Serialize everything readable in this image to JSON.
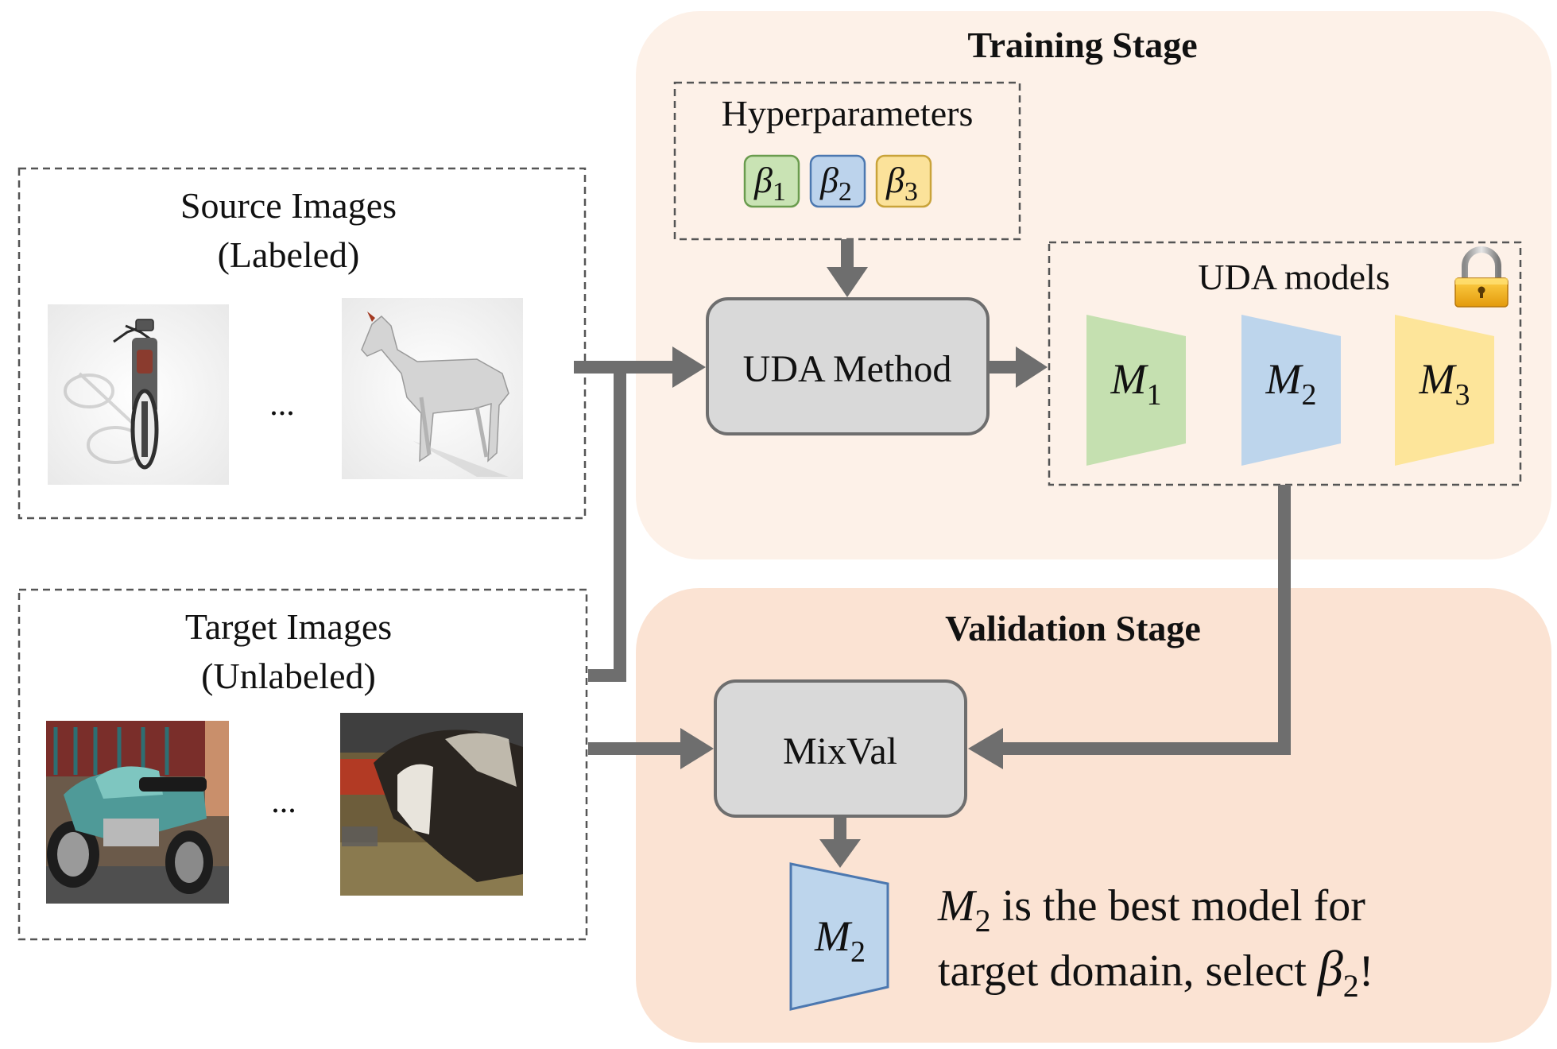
{
  "training_stage": {
    "title": "Training Stage",
    "bg_color": "#fdf1e8"
  },
  "validation_stage": {
    "title": "Validation Stage",
    "bg_color": "#fbe3d3"
  },
  "hyperparameters": {
    "title": "Hyperparameters",
    "items": [
      {
        "symbol": "β",
        "sub": "1",
        "fill": "#c9e3b4",
        "stroke": "#6a9c4e"
      },
      {
        "symbol": "β",
        "sub": "2",
        "fill": "#bcd3ec",
        "stroke": "#4c78b0"
      },
      {
        "symbol": "β",
        "sub": "3",
        "fill": "#fbe29a",
        "stroke": "#c9a33a"
      }
    ]
  },
  "uda_method": {
    "label": "UDA Method"
  },
  "uda_models": {
    "title": "UDA models",
    "models": [
      {
        "symbol": "M",
        "sub": "1",
        "fill": "#c5e0b0"
      },
      {
        "symbol": "M",
        "sub": "2",
        "fill": "#bdd5ec"
      },
      {
        "symbol": "M",
        "sub": "3",
        "fill": "#fde59a"
      }
    ]
  },
  "source_images": {
    "title_line1": "Source Images",
    "title_line2": "(Labeled)",
    "ellipsis": "..."
  },
  "target_images": {
    "title_line1": "Target Images",
    "title_line2": "(Unlabeled)",
    "ellipsis": "..."
  },
  "mixval": {
    "label": "MixVal"
  },
  "selected_model": {
    "symbol": "M",
    "sub": "2",
    "fill": "#bdd5ec",
    "stroke": "#4c78b0"
  },
  "result": {
    "symbol": "M",
    "sub": "2",
    "line1_rest": " is the best model for",
    "line2_text": "target domain, select ",
    "line2_symbol": "β",
    "line2_sub": "2",
    "line2_end": "!"
  },
  "colors": {
    "arrow": "#6e6e6e",
    "box_fill": "#d9d9d9",
    "box_stroke": "#6e6e6e",
    "dash": "#555555"
  }
}
